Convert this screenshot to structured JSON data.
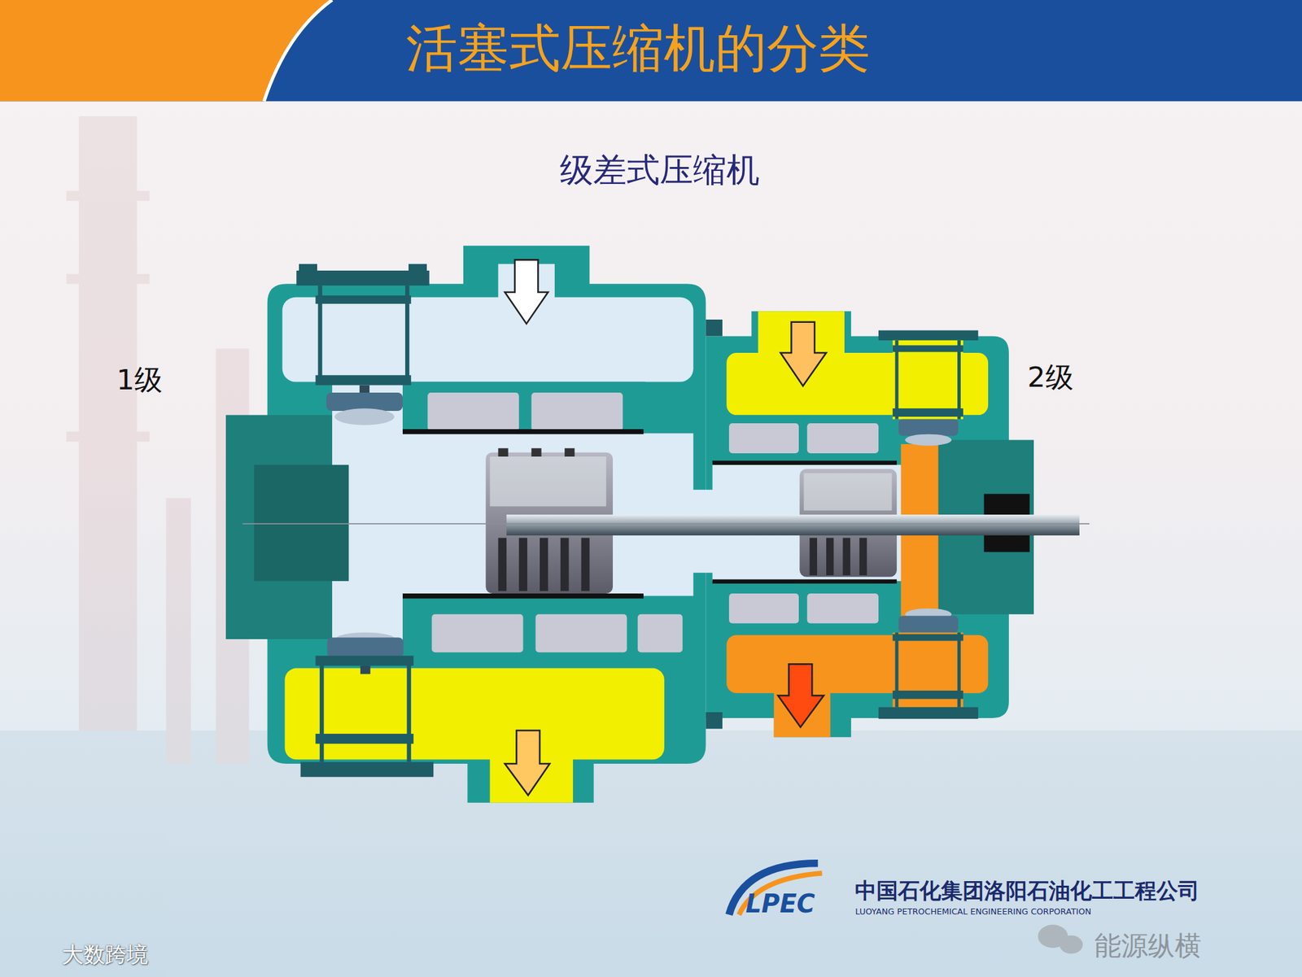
{
  "diagram": {
    "title": "活塞式压缩机的分类",
    "labels": [
      "级差式压缩机",
      "1级",
      "2级",
      "LPEC",
      "中国石化集团洛阳石油化工工程公司",
      "LUOYANG PETROCHEMICAL ENGINEERING CORPORATION",
      "能源纵横",
      "大数跨境"
    ]
  }
}
